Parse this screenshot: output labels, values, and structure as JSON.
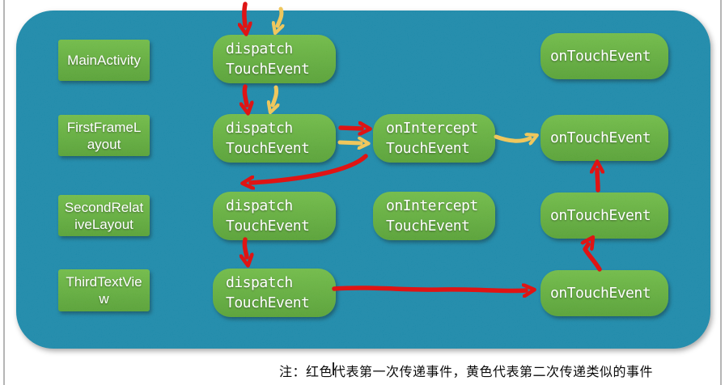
{
  "colors": {
    "page_bg": "#ffffff",
    "edge_line": "#b5b5b5",
    "panel_bg": "#1183a5",
    "box_top": "#69b73e",
    "box_bottom": "#4f9c2c",
    "arrow_red": "#df1414",
    "arrow_yellow": "#efc75d"
  },
  "diagram": {
    "rows": [
      {
        "label": [
          "MainActivity"
        ],
        "dispatch": [
          "dispatch",
          "TouchEvent"
        ],
        "ontouch": "onTouchEvent"
      },
      {
        "label": [
          "FirstFrameL",
          "ayout"
        ],
        "dispatch": [
          "dispatch",
          "TouchEvent"
        ],
        "intercept": [
          "onIntercept",
          "TouchEvent"
        ],
        "ontouch": "onTouchEvent"
      },
      {
        "label": [
          "SecondRelat",
          "iveLayout"
        ],
        "dispatch": [
          "dispatch",
          "TouchEvent"
        ],
        "intercept": [
          "onIntercept",
          "TouchEvent"
        ],
        "ontouch": "onTouchEvent"
      },
      {
        "label": [
          "ThirdTextVie",
          "w"
        ],
        "dispatch": [
          "dispatch",
          "TouchEvent"
        ],
        "ontouch": "onTouchEvent"
      }
    ],
    "arrows": {
      "red_flow": [
        "top -> MainActivity.dispatchTouchEvent",
        "MainActivity.dispatchTouchEvent -> FirstFrameLayout.dispatchTouchEvent",
        "FirstFrameLayout.dispatchTouchEvent -> FirstFrameLayout.onInterceptTouchEvent",
        "FirstFrameLayout.onInterceptTouchEvent -> SecondRelativeLayout.dispatchTouchEvent",
        "SecondRelativeLayout.dispatchTouchEvent -> ThirdTextView.dispatchTouchEvent",
        "ThirdTextView.dispatchTouchEvent -> ThirdTextView.onTouchEvent",
        "ThirdTextView.onTouchEvent -> SecondRelativeLayout.onTouchEvent",
        "SecondRelativeLayout.onTouchEvent -> FirstFrameLayout.onTouchEvent"
      ],
      "yellow_flow": [
        "top -> MainActivity.dispatchTouchEvent",
        "MainActivity.dispatchTouchEvent -> FirstFrameLayout.dispatchTouchEvent",
        "FirstFrameLayout.dispatchTouchEvent -> FirstFrameLayout.onInterceptTouchEvent",
        "FirstFrameLayout.onInterceptTouchEvent -> FirstFrameLayout.onTouchEvent"
      ]
    },
    "note": "注：红色代表第一次传递事件，黄色代表第二次传递类似的事件"
  }
}
